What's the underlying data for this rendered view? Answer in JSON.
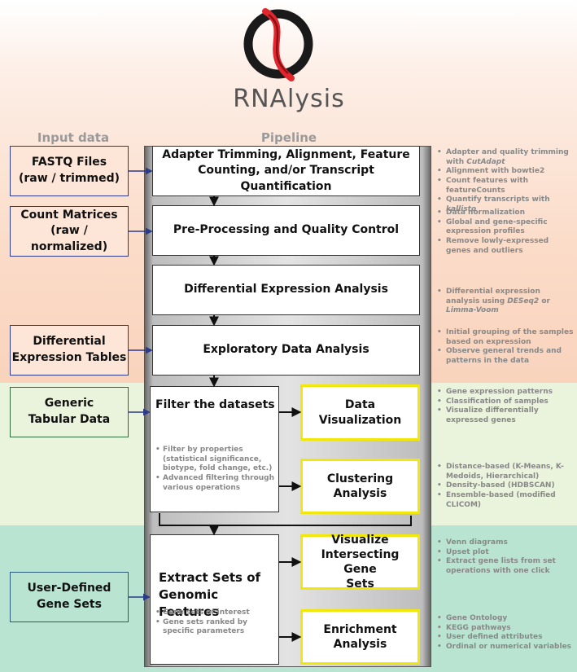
{
  "brand": "RNAlysis",
  "headers": {
    "input": "Input data",
    "pipeline": "Pipeline"
  },
  "inputs": [
    {
      "line1": "FASTQ Files",
      "line2": "(raw / trimmed)"
    },
    {
      "line1": "Count Matrices",
      "line2": "(raw / normalized)"
    },
    {
      "line1": "Differential",
      "line2": "Expression Tables"
    },
    {
      "line1": "Generic",
      "line2": "Tabular Data"
    },
    {
      "line1": "User-Defined",
      "line2": "Gene Sets"
    }
  ],
  "steps": [
    {
      "line1": "Adapter Trimming, Alignment, Feature",
      "line2": "Counting, and/or Transcript Quantification"
    },
    {
      "label": "Pre-Processing and Quality Control"
    },
    {
      "label": "Differential Expression Analysis"
    },
    {
      "label": "Exploratory Data Analysis"
    }
  ],
  "filter": {
    "title": "Filter the datasets",
    "items": [
      "Filter by properties (statistical significance, biotype, fold change, etc.)",
      "Advanced filtering through various operations"
    ]
  },
  "extract": {
    "line1": "Extract Sets of",
    "line2": "Genomic Features",
    "items": [
      "Gene sets of interest",
      "Gene sets ranked by specific parameters"
    ]
  },
  "outputs": [
    {
      "line1": "Data Visualization"
    },
    {
      "line1": "Clustering",
      "line2": "Analysis"
    },
    {
      "line1": "Visualize",
      "line2": "Intersecting Gene",
      "line3": "Sets"
    },
    {
      "line1": "Enrichment",
      "line2": "Analysis"
    }
  ],
  "notes": [
    [
      {
        "pre": "Adapter and quality trimming with ",
        "em": "CutAdapt"
      },
      {
        "pre": "Alignment with bowtie2"
      },
      {
        "pre": "Count features with featureCounts"
      },
      {
        "pre": "Quantify transcripts with ",
        "em": "kallisto"
      }
    ],
    [
      {
        "pre": "Data normalization"
      },
      {
        "pre": "Global and gene-specific expression profiles"
      },
      {
        "pre": "Remove lowly-expressed genes and outliers"
      }
    ],
    [
      {
        "pre": "Differential expression analysis using ",
        "em": "DESeq2",
        "mid": " or ",
        "em2": "Limma-Voom"
      }
    ],
    [
      {
        "pre": "Initial grouping of the samples based on expression"
      },
      {
        "pre": "Observe general trends and patterns in the data"
      }
    ],
    [
      {
        "pre": "Gene expression patterns"
      },
      {
        "pre": "Classification of samples"
      },
      {
        "pre": "Visualize differentially expressed genes"
      }
    ],
    [
      {
        "pre": "Distance-based (K-Means, K-Medoids, Hierarchical)"
      },
      {
        "pre": "Density-based (HDBSCAN)"
      },
      {
        "pre": "Ensemble-based (modified CLICOM)"
      }
    ],
    [
      {
        "pre": "Venn diagrams"
      },
      {
        "pre": "Upset plot"
      },
      {
        "pre": "Extract gene lists from set operations with one click"
      }
    ],
    [
      {
        "pre": "Gene Ontology"
      },
      {
        "pre": "KEGG pathways"
      },
      {
        "pre": "User defined attributes"
      },
      {
        "pre": "Ordinal or numerical variables"
      }
    ]
  ],
  "colors": {
    "input_border": "#2b3a8a",
    "output_border": "#f2e70a",
    "logo_red": "#e1262d"
  }
}
